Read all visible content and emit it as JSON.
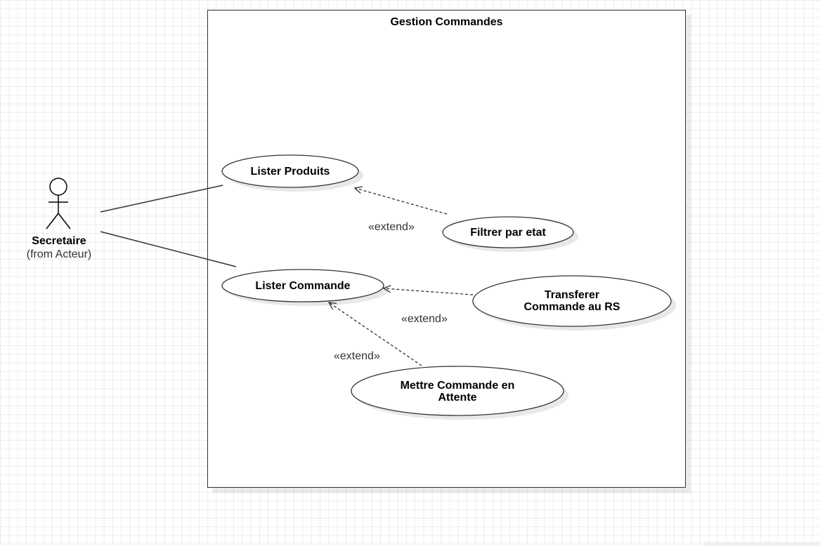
{
  "system": {
    "title": "Gestion Commandes"
  },
  "actor": {
    "name": "Secretaire",
    "subtitle": "(from Acteur)"
  },
  "use_cases": {
    "lister_produits": "Lister Produits",
    "filtrer_par_etat": "Filtrer par etat",
    "lister_commande": "Lister Commande",
    "transferer_line1": "Transferer",
    "transferer_line2": "Commande au RS",
    "mettre_line1": "Mettre Commande en",
    "mettre_line2": "Attente"
  },
  "relations": {
    "extend_1": "«extend»",
    "extend_2": "«extend»",
    "extend_3": "«extend»"
  }
}
